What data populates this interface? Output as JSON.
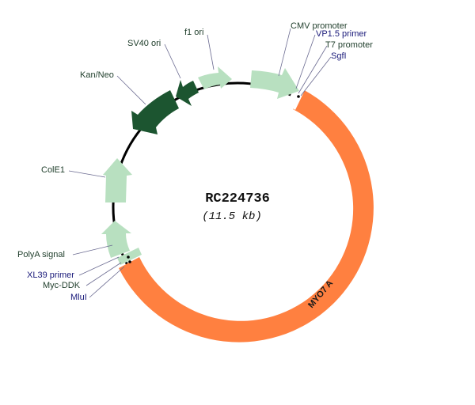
{
  "plasmid": {
    "name": "RC224736",
    "size_label": "(11.5 kb)"
  },
  "colors": {
    "backbone": "#000000",
    "insert": "#ff8040",
    "feature_light": "#b8e0c0",
    "feature_dark": "#1c5530",
    "label_green": "#1e3d2a",
    "label_blue": "#1a1a7a"
  },
  "features": [
    {
      "name": "CMV promoter",
      "type": "promoter",
      "color": "light"
    },
    {
      "name": "VP1.5 primer",
      "type": "primer",
      "color": "blue"
    },
    {
      "name": "T7 promoter",
      "type": "promoter",
      "color": "green"
    },
    {
      "name": "SgfI",
      "type": "restriction-site",
      "color": "blue"
    },
    {
      "name": "MYO7A",
      "type": "insert",
      "color": "orange"
    },
    {
      "name": "MluI",
      "type": "restriction-site",
      "color": "blue"
    },
    {
      "name": "Myc-DDK",
      "type": "tag",
      "color": "green"
    },
    {
      "name": "XL39 primer",
      "type": "primer",
      "color": "blue"
    },
    {
      "name": "PolyA signal",
      "type": "terminator",
      "color": "light"
    },
    {
      "name": "ColE1",
      "type": "origin",
      "color": "light"
    },
    {
      "name": "Kan/Neo",
      "type": "resistance",
      "color": "dark"
    },
    {
      "name": "SV40 ori",
      "type": "origin",
      "color": "dark"
    },
    {
      "name": "f1 ori",
      "type": "origin",
      "color": "light"
    }
  ],
  "labels": {
    "cmv": "CMV promoter",
    "vp15": "VP1.5 primer",
    "t7": "T7 promoter",
    "sgfi": "SgfI",
    "insert": "MYO7 A",
    "mlui": "MluI",
    "mycddk": "Myc-DDK",
    "xl39": "XL39 primer",
    "polya": "PolyA signal",
    "cole1": "ColE1",
    "kanneo": "Kan/Neo",
    "sv40": "SV40 ori",
    "f1": "f1 ori"
  }
}
